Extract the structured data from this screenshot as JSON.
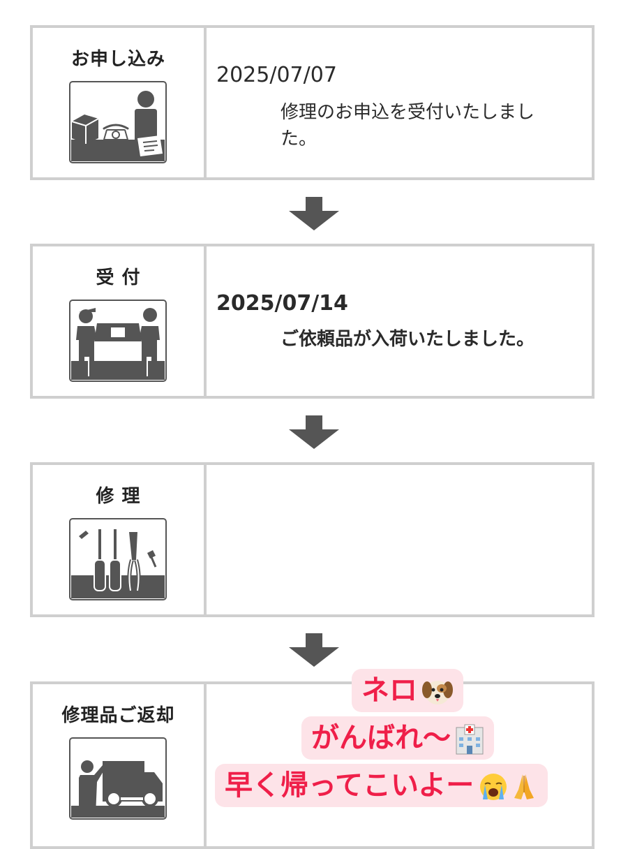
{
  "steps": [
    {
      "title": "お申し込み",
      "icon": "application-desk-icon",
      "date": "2025/07/07",
      "message_line1": "修理のお申込を受付いたしまし",
      "message_line2": "た。"
    },
    {
      "title": "受 付",
      "icon": "handover-icon",
      "date": "2025/07/14",
      "message_line1": "ご依頼品が入荷いたしました。"
    },
    {
      "title": "修 理",
      "icon": "repair-tools-icon"
    },
    {
      "title": "修理品ご返却",
      "icon": "delivery-truck-icon"
    }
  ],
  "sticker": {
    "line1": "ネロ",
    "line2": "がんばれ〜",
    "line3": "早く帰ってこいよー",
    "emoji": [
      "dog-face",
      "hospital",
      "loudly-crying-face",
      "folded-hands"
    ]
  },
  "colors": {
    "border": "#cfcfcf",
    "icon": "#555555",
    "arrow": "#555555",
    "sticker_text": "#ef1f49",
    "sticker_bg": "#fde3e8"
  }
}
